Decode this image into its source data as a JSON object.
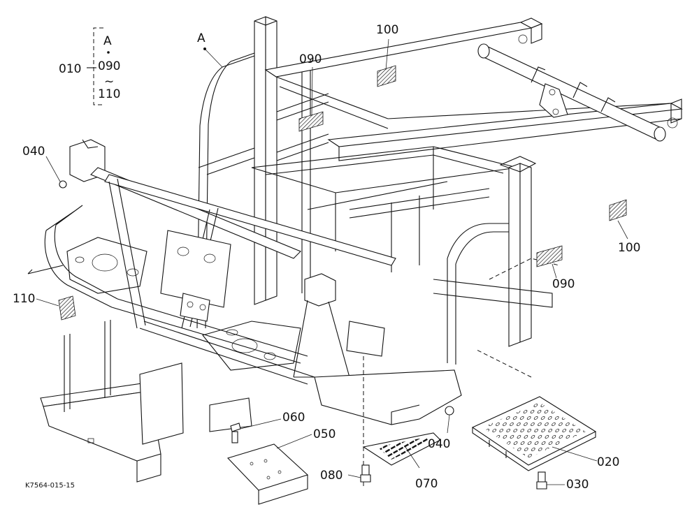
{
  "figure_id": "K7564-015-15",
  "view_marker": "A",
  "legend": {
    "ref": "010",
    "top": "A",
    "from": "090",
    "tilde": "~",
    "to": "110"
  },
  "callouts": [
    {
      "key": "c100a",
      "text": "100"
    },
    {
      "key": "c090a",
      "text": "090"
    },
    {
      "key": "c040a",
      "text": "040"
    },
    {
      "key": "c110",
      "text": "110"
    },
    {
      "key": "c100b",
      "text": "100"
    },
    {
      "key": "c090b",
      "text": "090"
    },
    {
      "key": "c060",
      "text": "060"
    },
    {
      "key": "c050",
      "text": "050"
    },
    {
      "key": "c040b",
      "text": "040"
    },
    {
      "key": "c020",
      "text": "020"
    },
    {
      "key": "c080",
      "text": "080"
    },
    {
      "key": "c070",
      "text": "070"
    },
    {
      "key": "c030",
      "text": "030"
    }
  ]
}
